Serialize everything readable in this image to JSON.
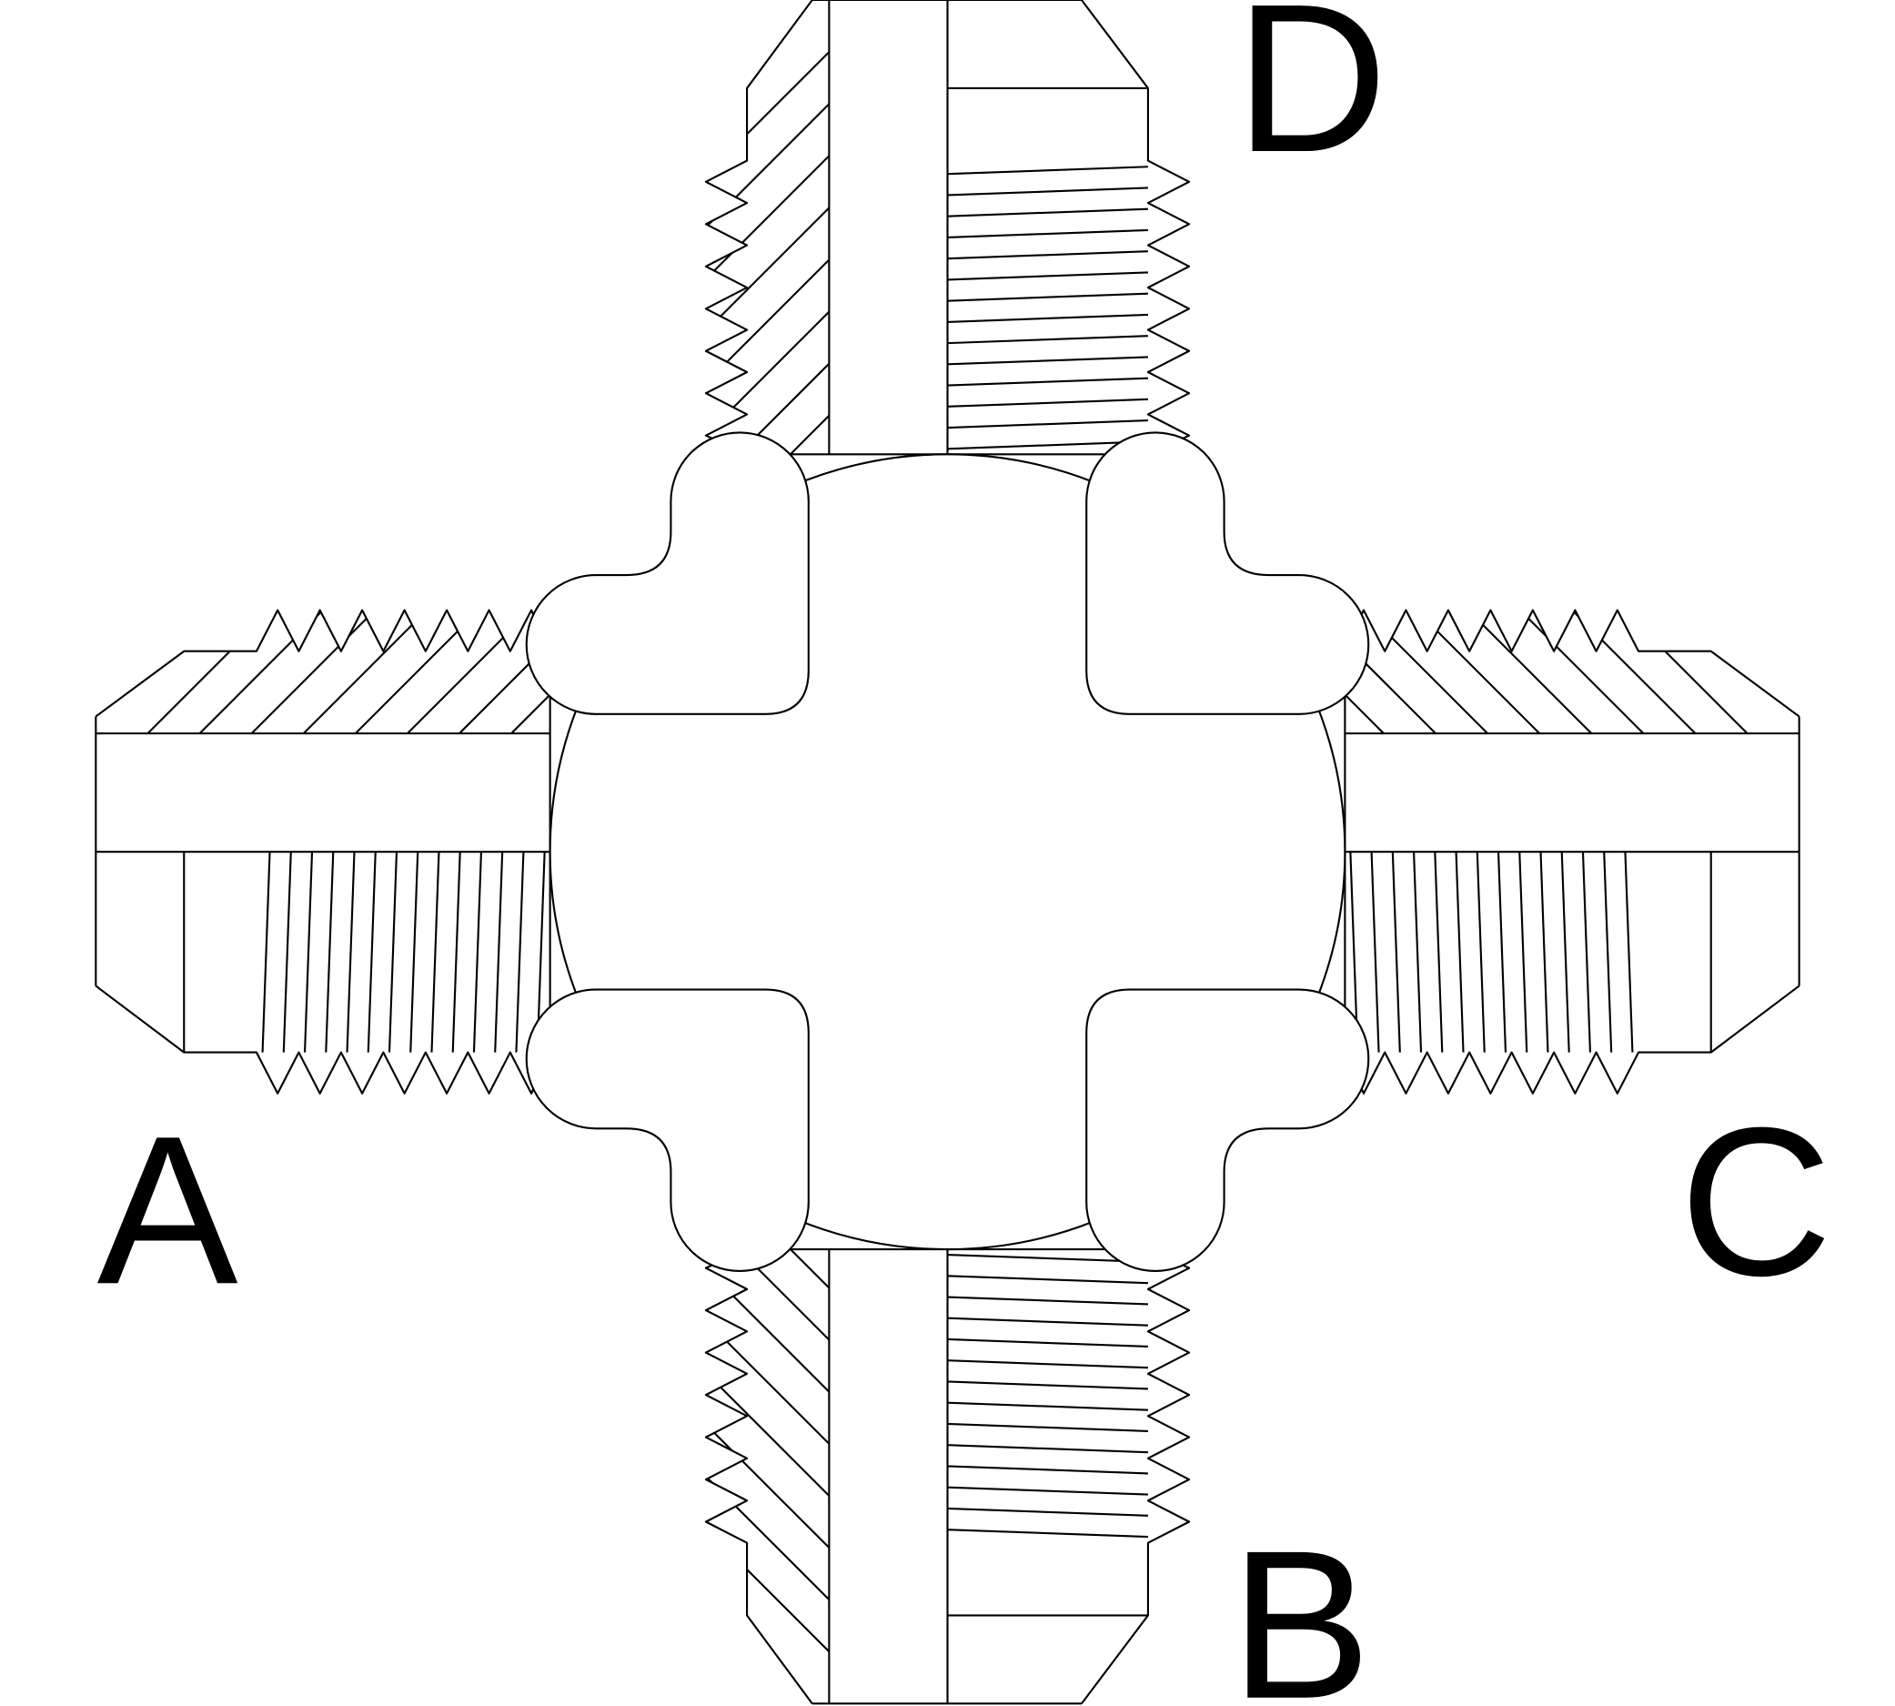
{
  "diagram": {
    "type": "cross fitting cross-section",
    "line_color": "#000000",
    "background": "#ffffff",
    "ports": [
      {
        "id": "port-a",
        "label": "A",
        "side": "left"
      },
      {
        "id": "port-b",
        "label": "B",
        "side": "bottom"
      },
      {
        "id": "port-c",
        "label": "C",
        "side": "right"
      },
      {
        "id": "port-d",
        "label": "D",
        "side": "top"
      }
    ]
  }
}
